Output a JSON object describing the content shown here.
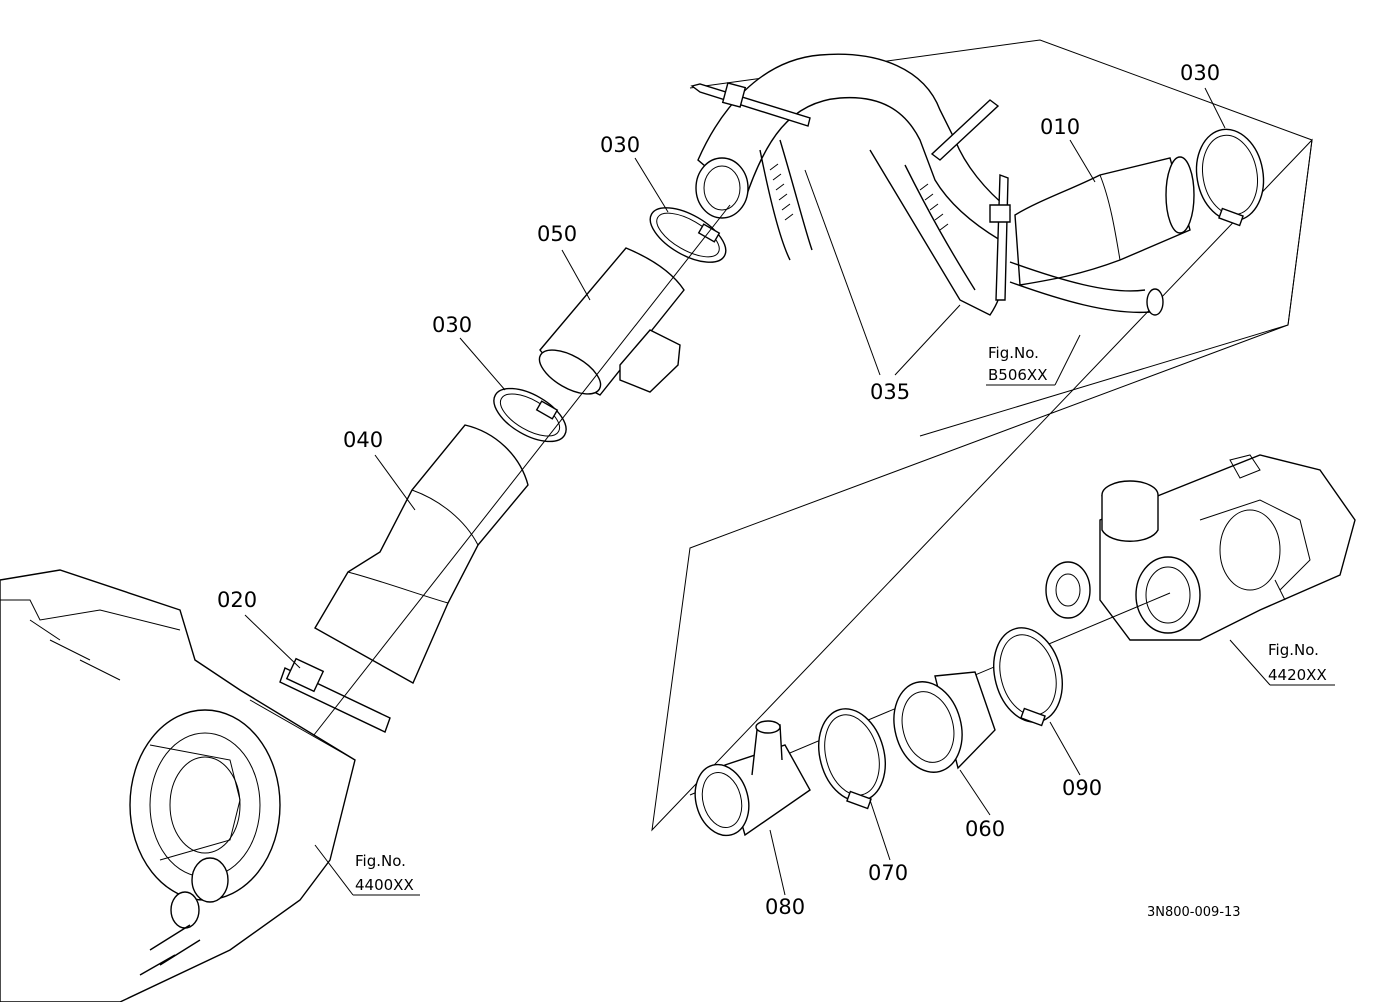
{
  "part_labels": {
    "p010": "010",
    "p020": "020",
    "p030_top": "030",
    "p030_mid": "030",
    "p030_low": "030",
    "p035": "035",
    "p040": "040",
    "p050": "050",
    "p060": "060",
    "p070": "070",
    "p080": "080",
    "p090": "090"
  },
  "figure_refs": {
    "ref_b506": {
      "label": "Fig.No.",
      "number": "B506XX"
    },
    "ref_4420": {
      "label": "Fig.No.",
      "number": "4420XX"
    },
    "ref_4400": {
      "label": "Fig.No.",
      "number": "4400XX"
    }
  },
  "drawing_code": "3N800-009-13"
}
